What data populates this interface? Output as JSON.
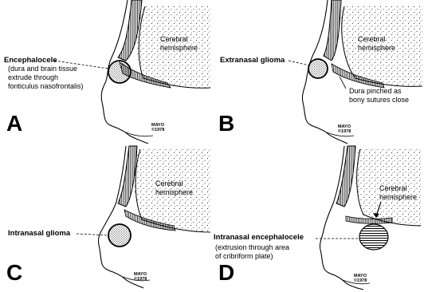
{
  "panels": [
    {
      "letter": "A",
      "primary_label": "Encephalocele",
      "detail_lines": [
        "(dura and brain tissue",
        "extrude through",
        "fonticulus nasofrontalis)"
      ],
      "brain_label_lines": [
        "Cerebral",
        "hemisphere"
      ],
      "credit_lines": [
        "MAYO",
        "©1978"
      ]
    },
    {
      "letter": "B",
      "primary_label": "Extranasal glioma",
      "detail_lines": [
        "Dura pinched as",
        "bony sutures close"
      ],
      "brain_label_lines": [
        "Cerebral",
        "hemisphere"
      ],
      "credit_lines": [
        "MAYO",
        "©1978"
      ]
    },
    {
      "letter": "C",
      "primary_label": "Intranasal glioma",
      "detail_lines": [],
      "brain_label_lines": [
        "Cerebral",
        "hemisphere"
      ],
      "credit_lines": [
        "MAYO",
        "©1978"
      ]
    },
    {
      "letter": "D",
      "primary_label": "Intranasal encephalocele",
      "detail_lines": [
        "(extrusion through area",
        "of cribriform plate)"
      ],
      "brain_label_lines": [
        "Cerebral",
        "hemisphere"
      ],
      "credit_lines": [
        "MAYO",
        "©1978"
      ]
    }
  ]
}
